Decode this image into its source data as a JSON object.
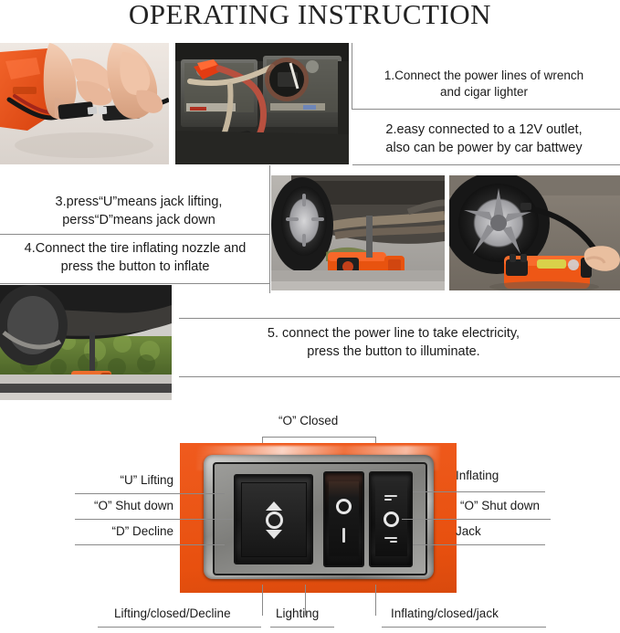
{
  "title": "OPERATING INSTRUCTION",
  "steps": [
    {
      "id": "step-1",
      "line1": "1.Connect the power lines of wrench",
      "line2": "and cigar lighter"
    },
    {
      "id": "step-2",
      "line1": "2.easy connected to a 12V outlet,",
      "line2": "also can be power by car battwey"
    },
    {
      "id": "step-3",
      "line1": "3.press“U”means jack lifting,",
      "line2": "perss“D”means jack down"
    },
    {
      "id": "step-4",
      "line1": "4.Connect the tire inflating nozzle and",
      "line2": "press the button to inflate"
    },
    {
      "id": "step-5",
      "line1": "5. connect the power line to take electricity,",
      "line2": "press the button to illuminate."
    }
  ],
  "photos": [
    {
      "id": "photo-connect-plugs",
      "alt": "Hands connecting two black power connectors next to orange jack"
    },
    {
      "id": "photo-car-battery",
      "alt": "Car battery with red and black clamp cables and cigar lighter plug"
    },
    {
      "id": "photo-jack-under-car",
      "alt": "Orange electric jack lifting car under the side sill"
    },
    {
      "id": "photo-inflating-tire",
      "alt": "Air hose from orange jack connected to the wheel valve"
    },
    {
      "id": "photo-jack-led-light",
      "alt": "Jack with LED work light under the vehicle"
    }
  ],
  "diagram": {
    "top_label": "“O”  Closed",
    "left_labels": [
      "“U”  Lifting",
      "“O”  Shut down",
      "“D”  Decline"
    ],
    "right_labels": [
      "Inflating",
      "“O”  Shut down",
      "Jack"
    ],
    "bottom_labels": [
      "Lifting/closed/Decline",
      "Lighting",
      "Inflating/closed/jack"
    ],
    "switch_glyphs": {
      "left": [
        "triangle-up",
        "circle",
        "triangle-down"
      ],
      "middle": [
        "circle",
        "bar"
      ],
      "right": [
        "air-out",
        "circle",
        "air-in"
      ]
    }
  },
  "colors": {
    "jack_orange": "#ec5718",
    "rule": "#8a8a8a",
    "text": "#1b1b1b"
  }
}
